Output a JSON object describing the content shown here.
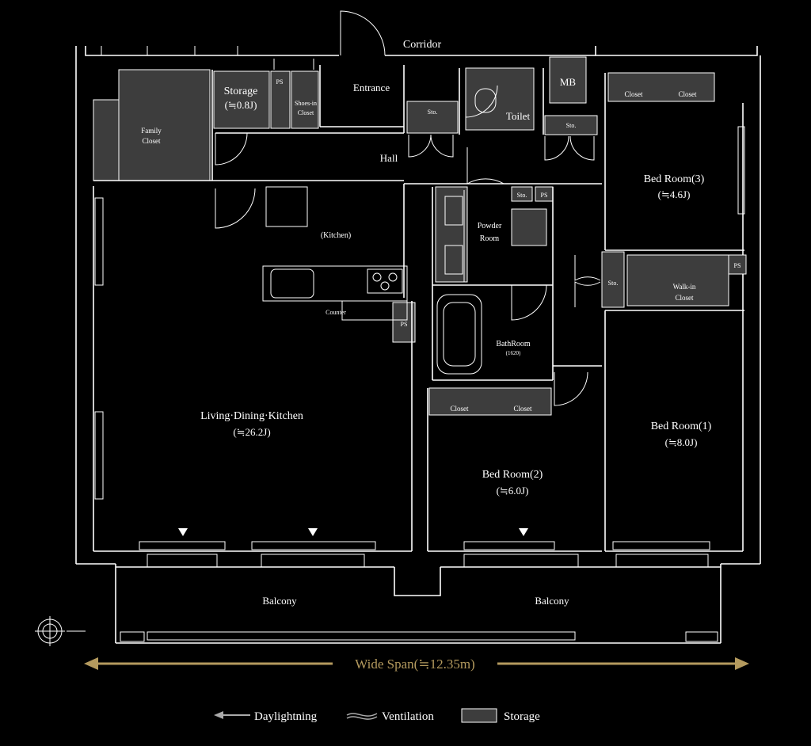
{
  "rooms": {
    "corridor": "Corridor",
    "storage_name": "Storage",
    "storage_size": "(≒0.8J)",
    "ps": "PS",
    "shoes_line1": "Shoes-in",
    "shoes_line2": "Closet",
    "entrance": "Entrance",
    "mb": "MB",
    "toilet": "Toilet",
    "sto": "Sto.",
    "family_line1": "Family",
    "family_line2": "Closet",
    "hall": "Hall",
    "closet": "Closet",
    "bed3_name": "Bed Room(3)",
    "bed3_size": "(≒4.6J)",
    "kitchen": "(Kitchen)",
    "powder_line1": "Powder",
    "powder_line2": "Room",
    "counter": "Counter",
    "walkin_line1": "Walk-in",
    "walkin_line2": "Closet",
    "bath_name": "BathRoom",
    "bath_size": "(1620)",
    "ldk_name": "Living·Dining·Kitchen",
    "ldk_size": "(≒26.2J)",
    "bed1_name": "Bed Room(1)",
    "bed1_size": "(≒8.0J)",
    "bed2_name": "Bed Room(2)",
    "bed2_size": "(≒6.0J)",
    "balcony": "Balcony"
  },
  "span_label": "Wide Span(≒12.35m)",
  "legend": {
    "daylight": "Daylightning",
    "ventilation": "Ventilation",
    "storage": "Storage"
  },
  "colors": {
    "accent": "#b49a5e",
    "storage_fill": "#3d3d3d",
    "line": "#ffffff",
    "background": "#000000"
  },
  "icons": {
    "compass": "compass-north-icon",
    "daylight": "daylight-arrow-icon",
    "vent": "ventilation-wave-icon",
    "storage": "storage-swatch-icon"
  }
}
